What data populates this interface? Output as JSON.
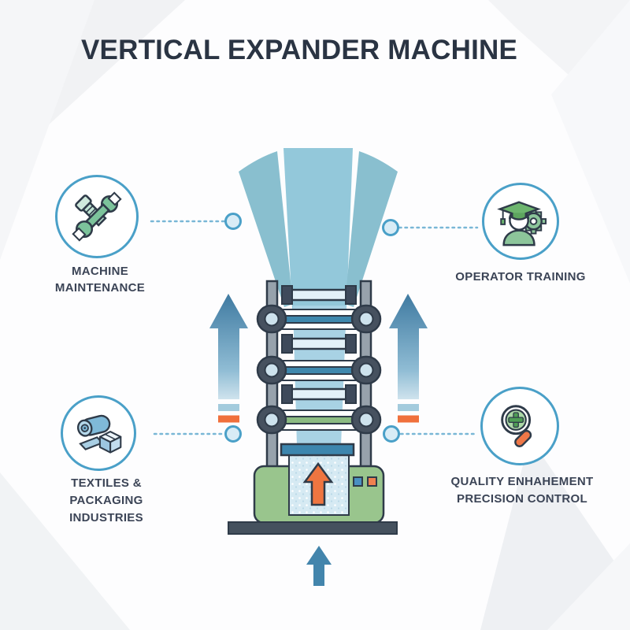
{
  "title": "VERTICAL EXPANDER MACHINE",
  "machine": {
    "name": "vertical fabric expander machine illustration",
    "parts": [
      "fabric-flare",
      "guide-rollers",
      "tension-bars",
      "feed-tray",
      "machine-base",
      "control-buttons",
      "base-platform"
    ]
  },
  "features": [
    {
      "id": "machine-maintenance",
      "icon": "wrench-and-bolt-icon",
      "lines": [
        "MACHINE",
        "MAINTENANCE"
      ]
    },
    {
      "id": "operator-training",
      "icon": "graduate-operator-gear-icon",
      "lines": [
        "OPERATOR TRAINING"
      ]
    },
    {
      "id": "textiles-packaging",
      "icon": "fabric-roll-and-box-icon",
      "lines": [
        "TEXTILES &",
        "PACKAGING",
        "INDUSTRIES"
      ]
    },
    {
      "id": "quality-precision",
      "icon": "magnifier-plus-icon",
      "lines": [
        "QUALITY ENHAHEMENT",
        "PRECISION CONTROL"
      ]
    }
  ],
  "colors": {
    "title_navy": "#2a3443",
    "label_gray": "#3b4456",
    "circle_border_blue": "#4aa0c8",
    "dotted_line_blue": "#79b7d6",
    "fabric_blue": "#93c8da",
    "fabric_side_teal": "#89bfcf",
    "arrow_blue_dark": "#3f7aa1",
    "dash_orange": "#f0703c",
    "roller_blue": "#3f88ad",
    "roller_green": "#8cbb82",
    "base_green": "#99c58d",
    "frame_slate": "#46515f",
    "accent_orange_arrow": "#ee7540"
  }
}
